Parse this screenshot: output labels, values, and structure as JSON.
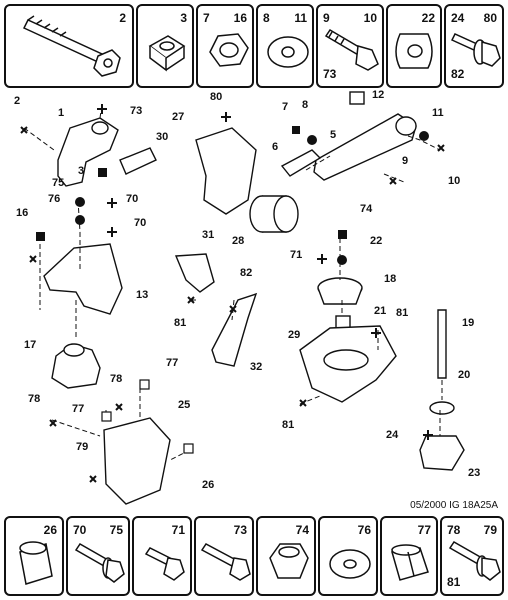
{
  "top_strip": [
    {
      "id": "cell-2",
      "labels": [
        "2"
      ]
    },
    {
      "id": "cell-3",
      "labels": [
        "3"
      ]
    },
    {
      "id": "cell-7-16",
      "labels": [
        "7",
        "16"
      ]
    },
    {
      "id": "cell-8-11",
      "labels": [
        "8",
        "11"
      ]
    },
    {
      "id": "cell-9-10-73",
      "labels": [
        "9",
        "10",
        "73"
      ]
    },
    {
      "id": "cell-22",
      "labels": [
        "22"
      ]
    },
    {
      "id": "cell-24-80-82",
      "labels": [
        "24",
        "80",
        "82"
      ]
    }
  ],
  "bottom_strip": [
    {
      "id": "cell-26",
      "labels": [
        "26"
      ]
    },
    {
      "id": "cell-70-75",
      "labels": [
        "70",
        "75"
      ]
    },
    {
      "id": "cell-71",
      "labels": [
        "71"
      ]
    },
    {
      "id": "cell-73",
      "labels": [
        "73"
      ]
    },
    {
      "id": "cell-74",
      "labels": [
        "74"
      ]
    },
    {
      "id": "cell-76",
      "labels": [
        "76"
      ]
    },
    {
      "id": "cell-77",
      "labels": [
        "77"
      ]
    },
    {
      "id": "cell-78-79-81",
      "labels": [
        "78",
        "79",
        "81"
      ]
    }
  ],
  "callouts": [
    "2",
    "1",
    "73",
    "80",
    "27",
    "7",
    "8",
    "12",
    "5",
    "11",
    "30",
    "6",
    "9",
    "10",
    "3",
    "75",
    "76",
    "70",
    "16",
    "70",
    "74",
    "22",
    "31",
    "28",
    "71",
    "18",
    "82",
    "13",
    "21",
    "81",
    "19",
    "17",
    "81",
    "32",
    "29",
    "77",
    "78",
    "25",
    "20",
    "78",
    "77",
    "24",
    "79",
    "26",
    "81",
    "23"
  ],
  "doc_ref": "05/2000  IG 18A25A"
}
